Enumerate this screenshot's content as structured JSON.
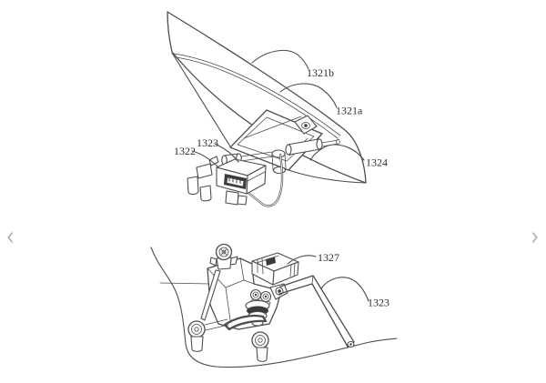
{
  "viewer": {
    "background_color": "#ffffff",
    "nav": {
      "prev_icon": "chevron-left",
      "next_icon": "chevron-right",
      "icon_color": "#a9a9a9"
    }
  },
  "drawing": {
    "ink_color": "#4d4d4d",
    "ink_dark_color": "#3a3a3a",
    "label_color": "#2e2e2e",
    "figures": {
      "top": {
        "labels": {
          "ref_1321b": "1321b",
          "ref_1321a": "1321a",
          "ref_1323": "1323",
          "ref_1322": "1322",
          "ref_1324": "1324"
        }
      },
      "bottom": {
        "labels": {
          "ref_1327": "1327",
          "ref_1323": "1323"
        }
      }
    }
  }
}
